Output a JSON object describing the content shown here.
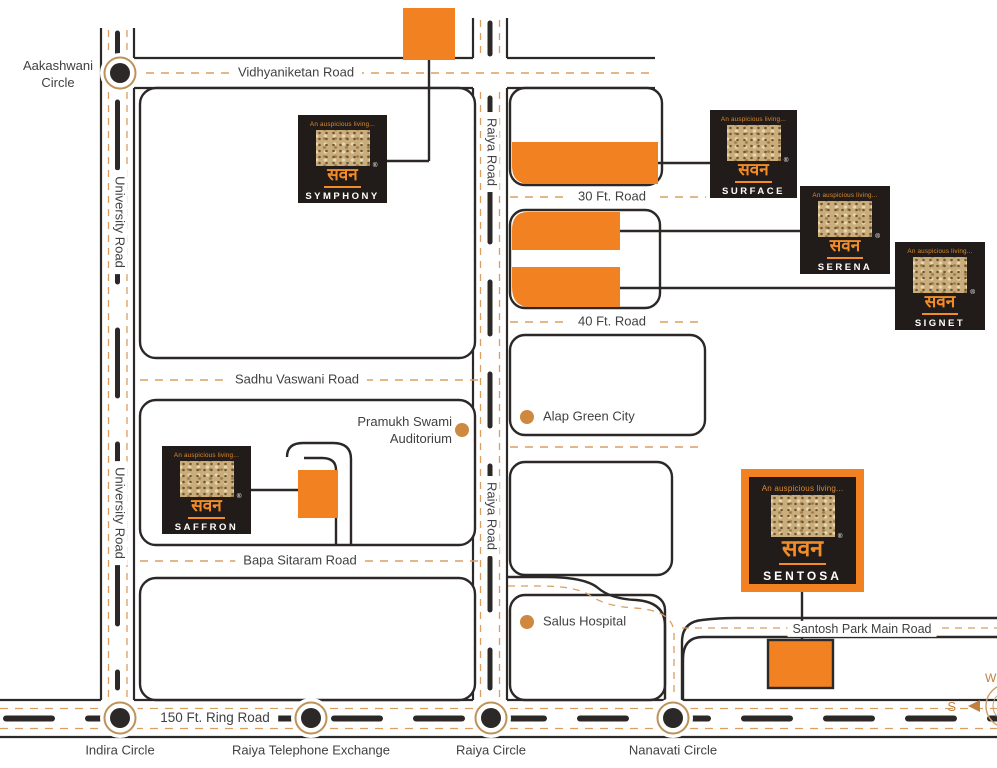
{
  "map": {
    "roads": {
      "vidhyaniketan": "Vidhyaniketan Road",
      "university": "University Road",
      "raiya": "Raiya Road",
      "ft30": "30 Ft. Road",
      "ft40": "40 Ft. Road",
      "sadhu_vaswani": "Sadhu Vaswani Road",
      "bapa_sitaram": "Bapa Sitaram Road",
      "santosh_park": "Santosh Park Main Road",
      "ring_road": "150 Ft. Ring Road"
    },
    "junctions": {
      "aakashwani": "Aakashwani Circle",
      "indira": "Indira Circle",
      "raiya_telephone": "Raiya Telephone Exchange",
      "raiya_circle": "Raiya Circle",
      "nanavati": "Nanavati Circle"
    },
    "landmarks": {
      "pramukh": "Pramukh Swami Auditorium",
      "alap": "Alap Green City",
      "salus": "Salus Hospital"
    },
    "brand": {
      "tagline": "An auspicious living...",
      "devanagari": "सवन",
      "registered": "®"
    },
    "projects": {
      "symphony": "SYMPHONY",
      "surface": "SURFACE",
      "serena": "SERENA",
      "signet": "SIGNET",
      "saffron": "SAFFRON",
      "sentosa": "SENTOSA"
    },
    "compass": {
      "south": "S",
      "west": "W"
    }
  },
  "colors": {
    "plot_orange": "#F28121",
    "road_black": "#2B2827",
    "dash_tan": "#DB9E62",
    "circle_ring_tan": "#BE9159",
    "landmark_dot": "#CE883F",
    "brand_orange": "#F28C28",
    "logo_background": "#211C19"
  }
}
